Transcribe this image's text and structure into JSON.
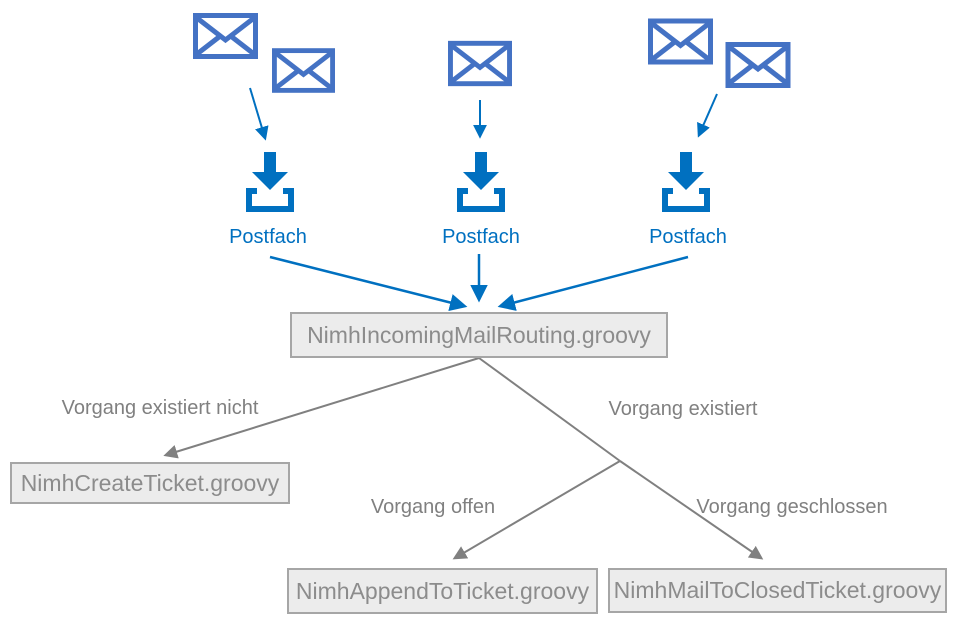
{
  "diagram": {
    "mailboxes": [
      {
        "label": "Postfach",
        "envelope_count": 2
      },
      {
        "label": "Postfach",
        "envelope_count": 1
      },
      {
        "label": "Postfach",
        "envelope_count": 2
      }
    ],
    "nodes": {
      "routing": "NimhIncomingMailRouting.groovy",
      "create": "NimhCreateTicket.groovy",
      "append": "NimhAppendToTicket.groovy",
      "closed": "NimhMailToClosedTicket.groovy"
    },
    "edge_labels": {
      "not_exists": "Vorgang existiert nicht",
      "exists": "Vorgang existiert",
      "open": "Vorgang offen",
      "closed": "Vorgang geschlossen"
    },
    "icons": [
      "envelope-icon",
      "inbox-tray-icon",
      "down-arrow-icon"
    ],
    "colors": {
      "envelope_blue": "#4472C4",
      "accent_blue": "#0070C0",
      "line_gray": "#808080",
      "box_fill": "#ECECEC",
      "box_border": "#A6A6A6",
      "box_text": "#8C8C8C"
    }
  }
}
